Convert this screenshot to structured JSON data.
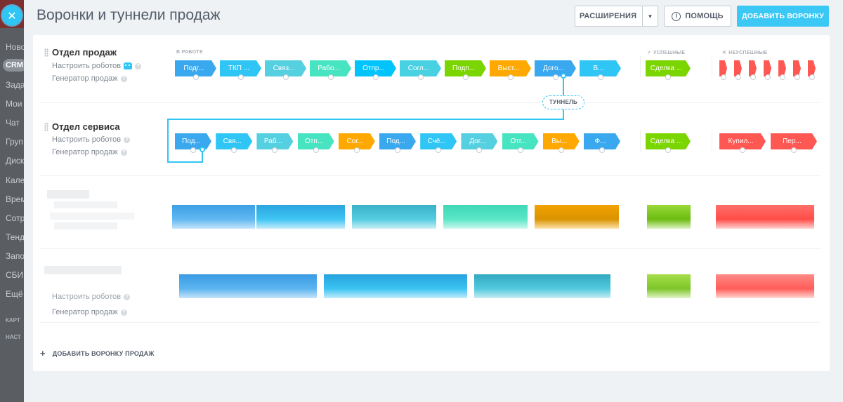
{
  "window": {
    "title": "Воронки и туннели продаж"
  },
  "header": {
    "extensions_label": "РАСШИРЕНИЯ",
    "help_label": "ПОМОЩЬ",
    "add_funnel_label": "ДОБАВИТЬ ВОРОНКУ"
  },
  "background_nav": {
    "items": [
      "Ново",
      "CRM",
      "Зада",
      "Мои",
      "Чат",
      "Груп",
      "Диск",
      "Кале",
      "Врем",
      "Сотр",
      "Тенд",
      "Запо",
      "СБИ",
      "Ещё",
      "КАРТ",
      "НАСТ"
    ]
  },
  "group_labels": {
    "in_work": "В РАБОТЕ",
    "success": "УСПЕШНЫЕ",
    "fail": "НЕУСПЕШНЫЕ"
  },
  "funnels": [
    {
      "title": "Отдел продаж",
      "robots_link": "Настроить роботов",
      "generator_link": "Генератор продаж",
      "stages": [
        {
          "label": "Подг...",
          "color": "#39a8ef"
        },
        {
          "label": "ТКП ...",
          "color": "#2fc6f6"
        },
        {
          "label": "Связ...",
          "color": "#55d0e0"
        },
        {
          "label": "Рабо...",
          "color": "#47e4c2"
        },
        {
          "label": "Отпр...",
          "color": "#00c4fb"
        },
        {
          "label": "Согл...",
          "color": "#47d1e2"
        },
        {
          "label": "Подп...",
          "color": "#7bd500"
        },
        {
          "label": "Выст...",
          "color": "#ffa900"
        },
        {
          "label": "Дого...",
          "color": "#39a8ef"
        },
        {
          "label": "В...",
          "color": "#2fc6f6"
        }
      ],
      "success_stage": {
        "label": "Сделка ...",
        "color": "#7bd500"
      },
      "fail_color": "#ff5752"
    },
    {
      "title": "Отдел сервиса",
      "robots_link": "Настроить роботов",
      "generator_link": "Генератор продаж",
      "stages": [
        {
          "label": "Под...",
          "color": "#39a8ef"
        },
        {
          "label": "Свя...",
          "color": "#2fc6f6"
        },
        {
          "label": "Раб...",
          "color": "#55d0e0"
        },
        {
          "label": "Отп...",
          "color": "#47e4c2"
        },
        {
          "label": "Сог...",
          "color": "#ffa900"
        },
        {
          "label": "Под...",
          "color": "#39a8ef"
        },
        {
          "label": "Счё...",
          "color": "#2fc6f6"
        },
        {
          "label": "Дог...",
          "color": "#55d0e0"
        },
        {
          "label": "Отг...",
          "color": "#47e4c2"
        },
        {
          "label": "Вы...",
          "color": "#ffa900"
        },
        {
          "label": "Ф...",
          "color": "#39a8ef"
        }
      ],
      "success_stage": {
        "label": "Сделка ...",
        "color": "#7bd500"
      },
      "fail_stages": [
        {
          "label": "Купил...",
          "color": "#ff5752"
        },
        {
          "label": "Пер...",
          "color": "#ff5752"
        }
      ]
    },
    {
      "robots_link": "Настроить роботов",
      "generator_link": "Генератор продаж"
    }
  ],
  "tunnel": {
    "label": "ТУННЕЛЬ"
  },
  "footer": {
    "add_sales_funnel_label": "ДОБАВИТЬ ВОРОНКУ ПРОДАЖ"
  }
}
